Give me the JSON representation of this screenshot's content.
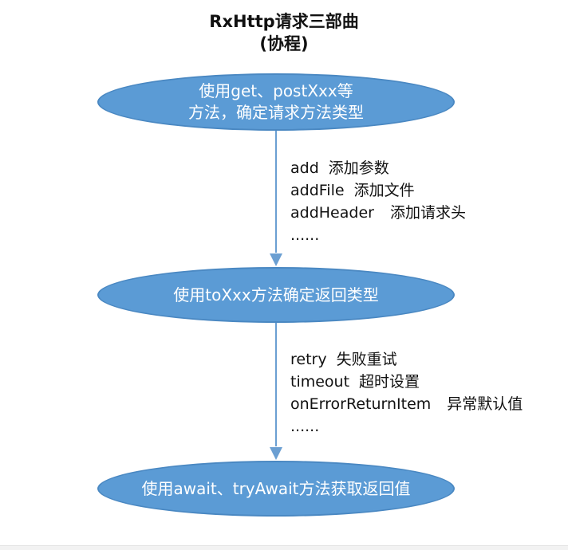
{
  "title": {
    "line1": "RxHttp请求三部曲",
    "line2": "(协程)"
  },
  "nodes": [
    {
      "lines": [
        "使用get、postXxx等",
        "方法，确定请求方法类型"
      ]
    },
    {
      "lines": [
        "使用toXxx方法确定返回类型"
      ]
    },
    {
      "lines": [
        "使用await、tryAwait方法获取返回值"
      ]
    }
  ],
  "notes": [
    {
      "items": [
        {
          "method": "add",
          "desc": "添加参数"
        },
        {
          "method": "addFile",
          "desc": "添加文件"
        },
        {
          "method": "addHeader",
          "desc": "添加请求头"
        }
      ],
      "more": "......"
    },
    {
      "items": [
        {
          "method": "retry",
          "desc": "失败重试"
        },
        {
          "method": "timeout",
          "desc": "超时设置"
        },
        {
          "method": "onErrorReturnItem",
          "desc": "异常默认值"
        }
      ],
      "more": "......"
    }
  ],
  "colors": {
    "node_fill": "#5b9bd5",
    "node_stroke": "#4a88c2",
    "arrow": "#6b9fd2",
    "text": "#111111"
  }
}
